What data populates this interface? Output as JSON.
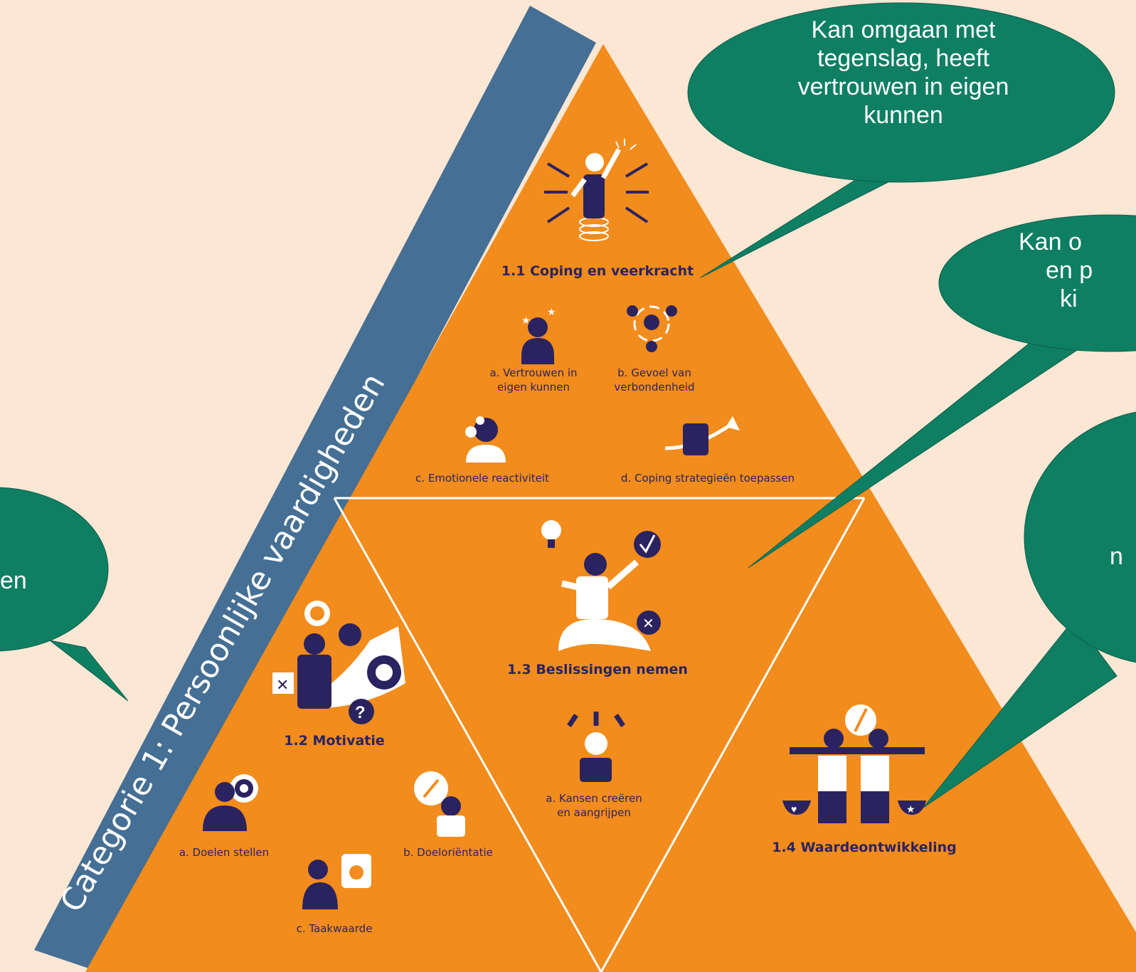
{
  "category_band": {
    "label": "Categorie 1: Persoonlijke vaardigheden"
  },
  "sections": {
    "coping": {
      "title": "1.1 Coping en veerkracht",
      "sub_a": [
        "a. Vertrouwen in",
        "eigen kunnen"
      ],
      "sub_b": [
        "b. Gevoel van",
        "verbondenheid"
      ],
      "sub_c": "c. Emotionele reactiviteit",
      "sub_d": "d. Coping strategieën toepassen"
    },
    "motivatie": {
      "title": "1.2 Motivatie",
      "sub_a": "a. Doelen stellen",
      "sub_b": "b. Doeloriëntatie",
      "sub_c": "c. Taakwaarde"
    },
    "beslissingen": {
      "title": "1.3 Beslissingen nemen",
      "sub_a": [
        "a. Kansen creëren",
        "en aangrijpen"
      ]
    },
    "waarde": {
      "title": "1.4 Waardeontwikkeling"
    }
  },
  "callouts": {
    "top": [
      "Kan omgaan met",
      "tegenslag, heeft",
      "vertrouwen in eigen",
      "kunnen"
    ],
    "right_middle": [
      "Kan o",
      "en p",
      "ki"
    ],
    "right_lower": [
      "n"
    ],
    "left": [
      "en"
    ]
  },
  "colors": {
    "background": "#fce7d4",
    "pyramid_orange": "#f28c1c",
    "band_blue": "#456f94",
    "callout_green": "#0e7f63",
    "icon_navy": "#2b2360"
  }
}
